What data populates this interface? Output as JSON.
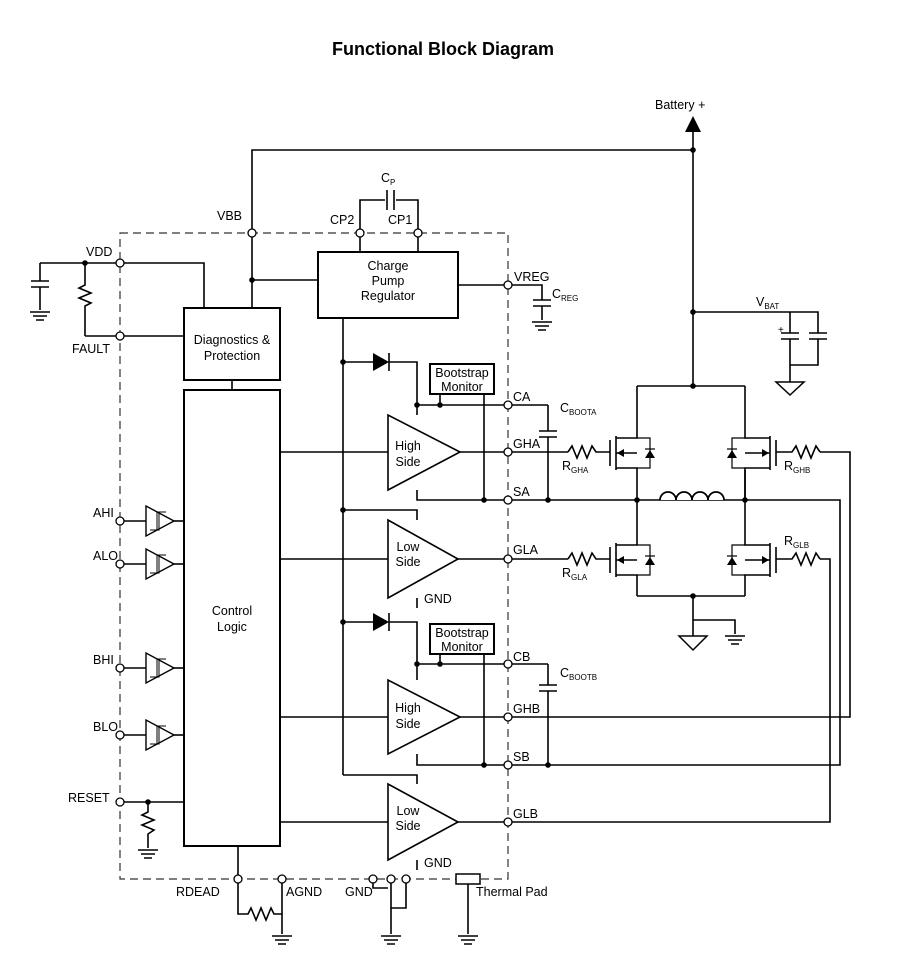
{
  "title": "Functional Block Diagram",
  "blocks": {
    "charge_pump": [
      "Charge",
      "Pump",
      "Regulator"
    ],
    "diagnostics": [
      "Diagnostics &",
      "Protection"
    ],
    "control_logic": [
      "Control",
      "Logic"
    ],
    "bootstrap_a": [
      "Bootstrap",
      "Monitor"
    ],
    "bootstrap_b": [
      "Bootstrap",
      "Monitor"
    ],
    "driver_ha": [
      "High",
      "Side"
    ],
    "driver_la": [
      "Low",
      "Side"
    ],
    "driver_hb": [
      "High",
      "Side"
    ],
    "driver_lb": [
      "Low",
      "Side"
    ]
  },
  "pins": {
    "vbb": "VBB",
    "vdd": "VDD",
    "fault": "FAULT",
    "cp2": "CP2",
    "cp1": "CP1",
    "vreg": "VREG",
    "ca": "CA",
    "gha": "GHA",
    "sa": "SA",
    "gla": "GLA",
    "cb": "CB",
    "ghb": "GHB",
    "sb": "SB",
    "glb": "GLB",
    "ahi": "AHI",
    "alo": "ALO",
    "bhi": "BHI",
    "blo": "BLO",
    "reset": "RESET",
    "rdead": "RDEAD",
    "agnd": "AGND",
    "gnd": "GND",
    "gnd_la": "GND",
    "gnd_lb": "GND",
    "thermal_pad": "Thermal Pad"
  },
  "components": {
    "battery": "Battery +",
    "cp": {
      "base": "C",
      "sub": "P"
    },
    "creg": {
      "base": "C",
      "sub": "REG"
    },
    "vbat": {
      "base": "V",
      "sub": "BAT"
    },
    "cboota": {
      "base": "C",
      "sub": "BOOTA"
    },
    "cbootb": {
      "base": "C",
      "sub": "BOOTB"
    },
    "rgha": {
      "base": "R",
      "sub": "GHA"
    },
    "rghb": {
      "base": "R",
      "sub": "GHB"
    },
    "rgla": {
      "base": "R",
      "sub": "GLA"
    },
    "rglb": {
      "base": "R",
      "sub": "GLB"
    }
  }
}
